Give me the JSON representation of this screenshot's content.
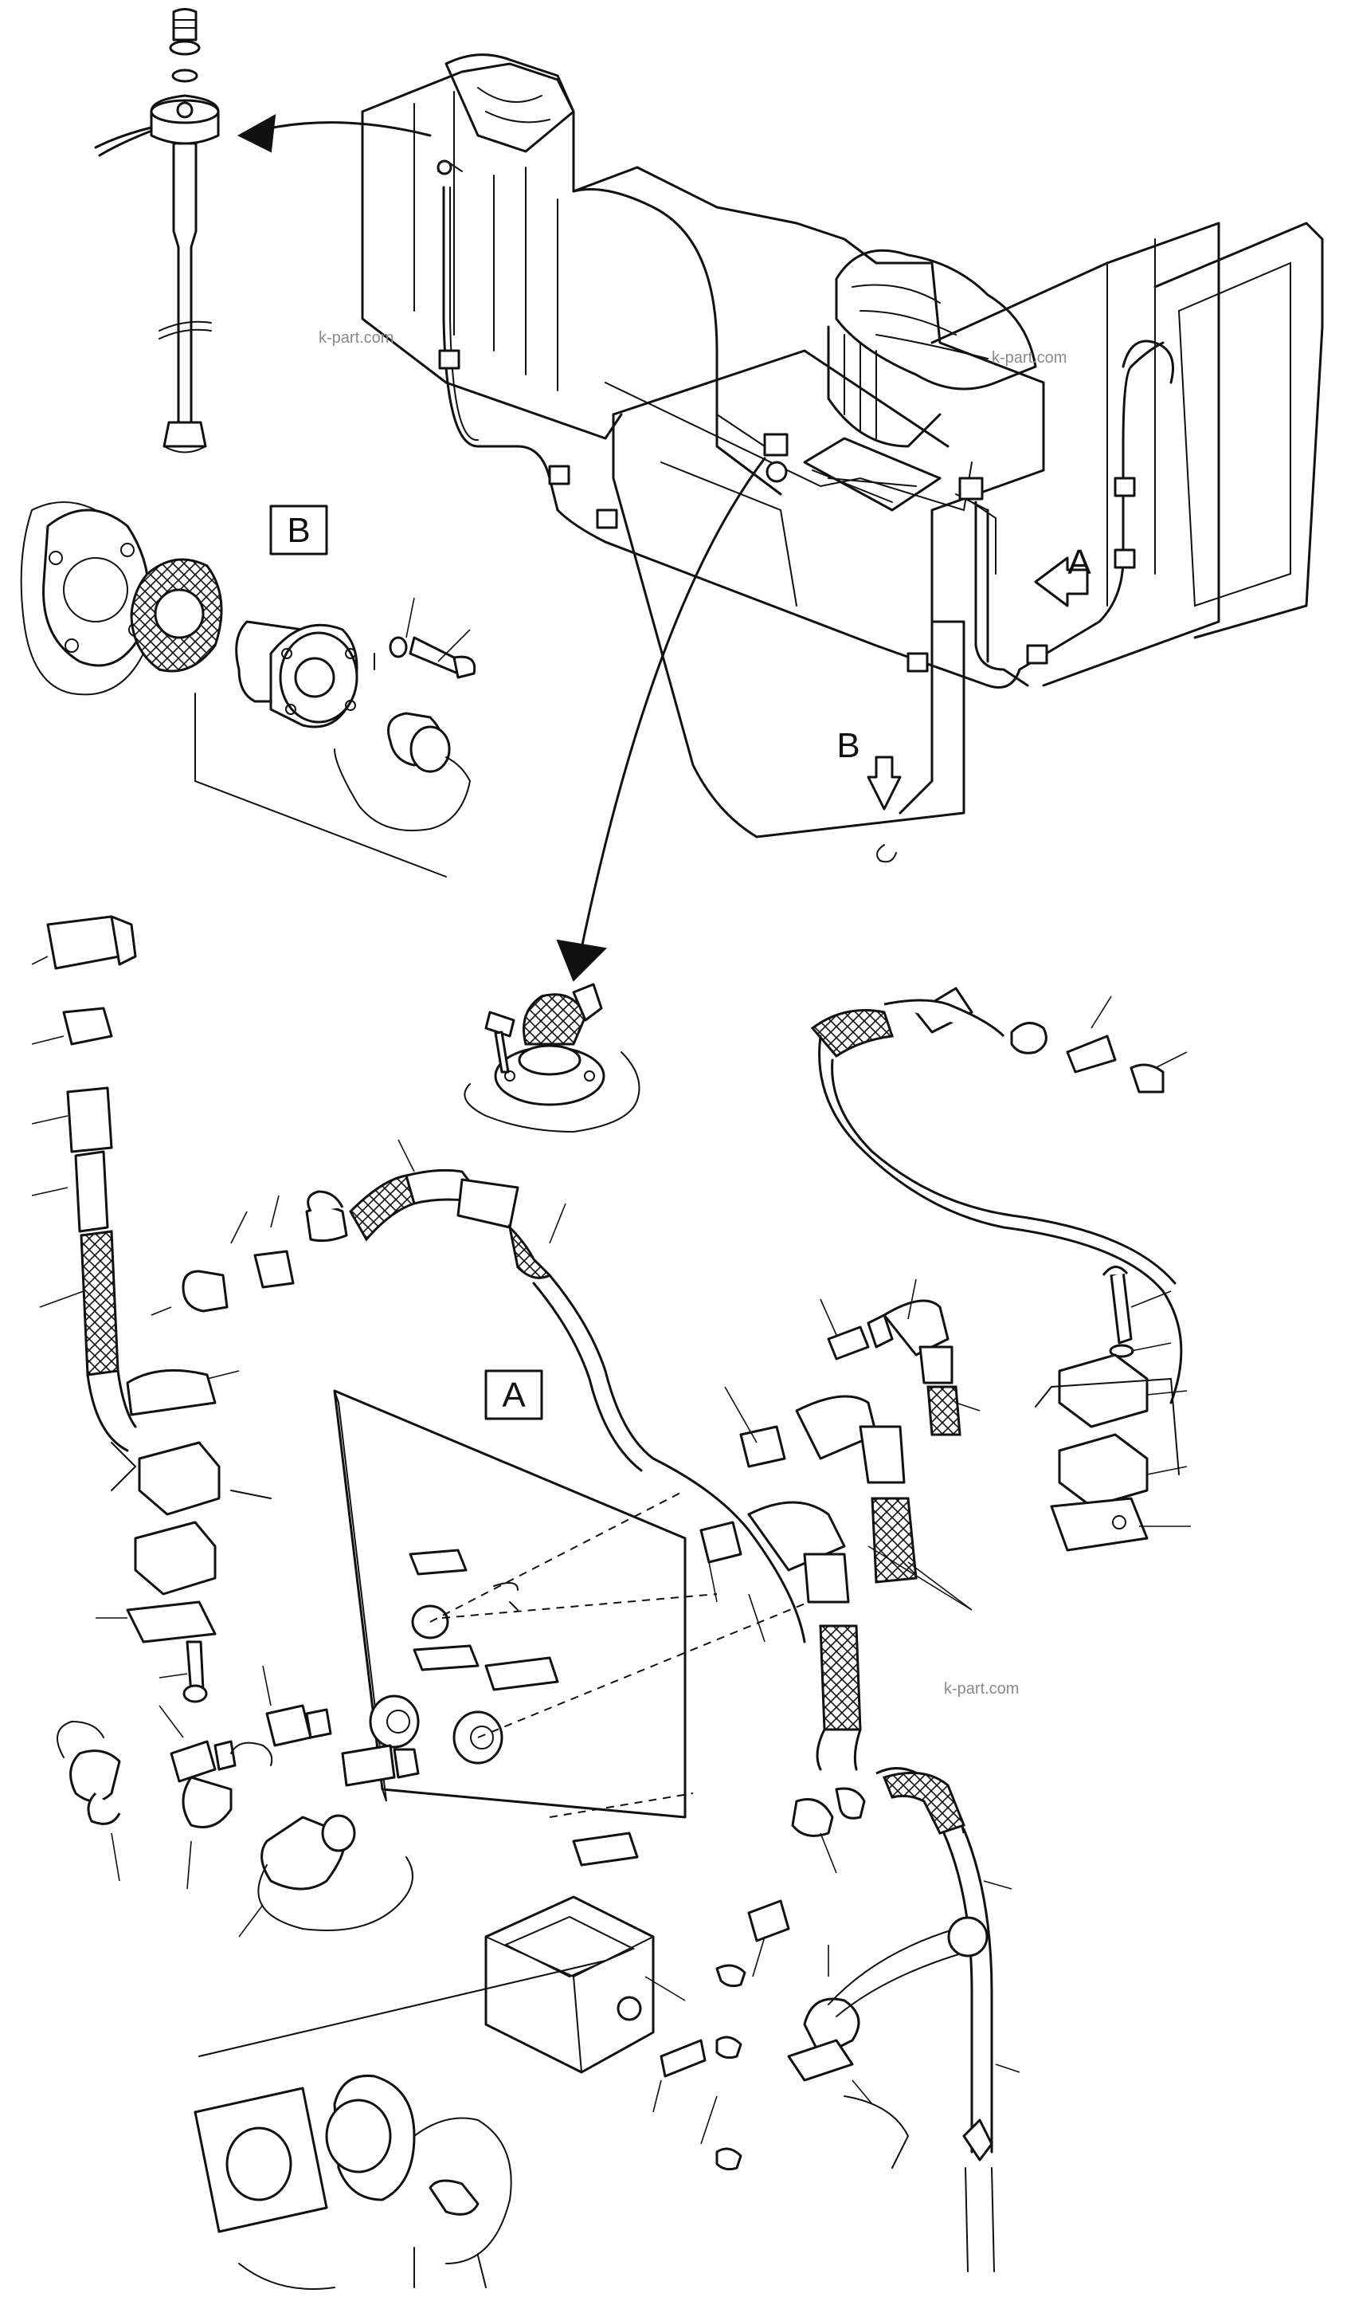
{
  "callouts": {
    "view_a_main": "A",
    "view_b_main": "B",
    "view_a_detail": "A",
    "view_b_detail": "B"
  },
  "watermarks": [
    "k-part.com",
    "k-part.com",
    "k-part.com"
  ]
}
